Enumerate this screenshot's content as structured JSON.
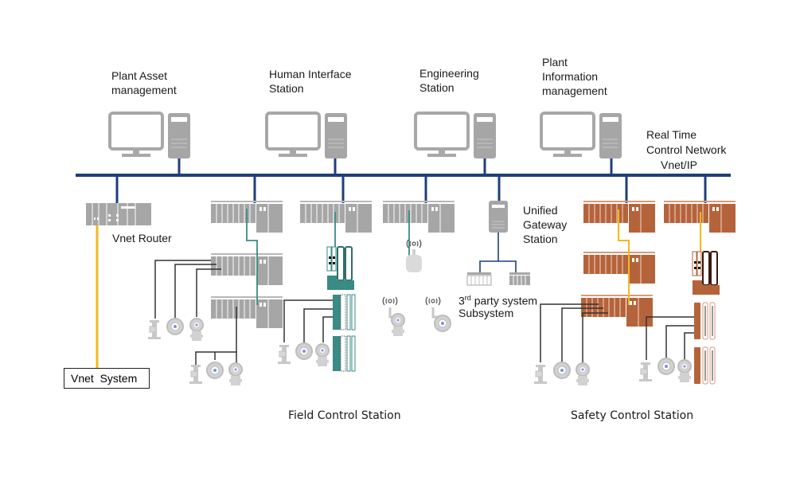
{
  "colors": {
    "bus": "#1f3f7a",
    "monitor": "#a8a8a8",
    "rack_gray": "#a6a6a6",
    "rack_safety": "#b5633a",
    "fieldbus_teal": "#3a8a86",
    "safety_link": "#f2b81e",
    "vnet_link": "#f2b81e",
    "wire": "#333333",
    "field_device": "#c8c8c8"
  },
  "workstations": [
    {
      "id": "pam",
      "label": "Plant Asset\nmanagement"
    },
    {
      "id": "his",
      "label": "Human Interface\nStation"
    },
    {
      "id": "eng",
      "label": "Engineering\nStation"
    },
    {
      "id": "pim",
      "label": "Plant\nInformation\nmanagement"
    }
  ],
  "network": {
    "label_line1": "Real Time",
    "label_line2": "Control Network",
    "label_line3": "Vnet/IP"
  },
  "vnet_router": {
    "label": "Vnet Router"
  },
  "vnet_system": {
    "label": "Vnet  System"
  },
  "gateway": {
    "label": "Unified\nGateway\nStation"
  },
  "third_party": {
    "label_prefix": "3",
    "label_sup": "rd",
    "label_rest": " party system",
    "label_line2": "Subsystem"
  },
  "sections": {
    "fcs": "Field Control Station",
    "scs": "Safety Control Station"
  }
}
